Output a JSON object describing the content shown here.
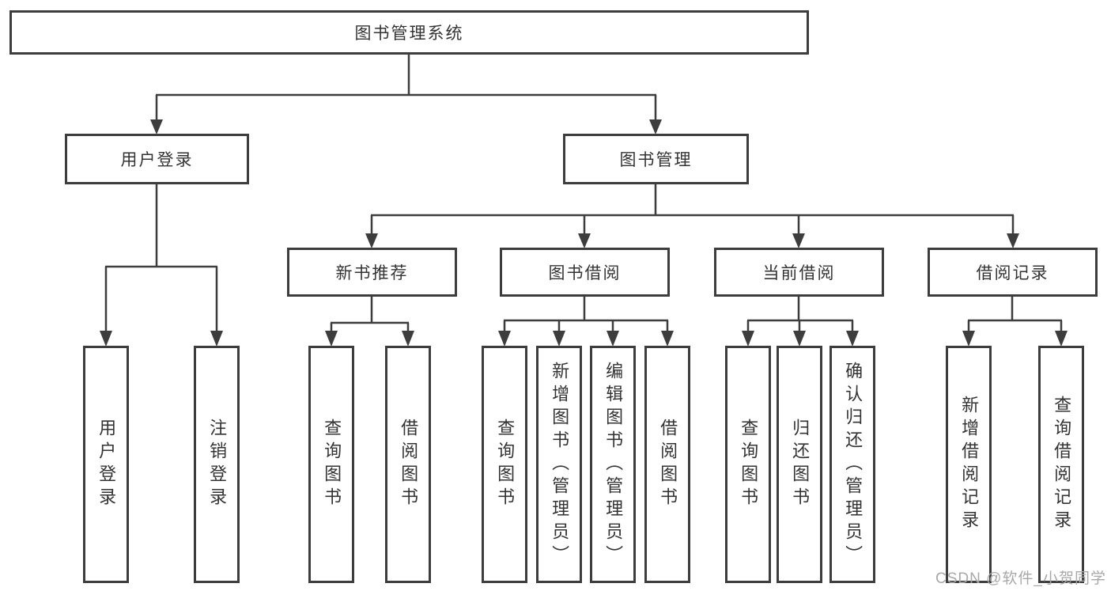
{
  "diagram": {
    "root": "图书管理系统",
    "level2": [
      "用户登录",
      "图书管理"
    ],
    "level3": [
      "新书推荐",
      "图书借阅",
      "当前借阅",
      "借阅记录"
    ],
    "leaves": {
      "user_login": [
        "用户登录",
        "注销登录"
      ],
      "new_book_recommend": [
        "查询图书",
        "借阅图书"
      ],
      "book_borrow": [
        "查询图书",
        "新增图书（管理员）",
        "编辑图书（管理员）",
        "借阅图书"
      ],
      "current_borrow": [
        "查询图书",
        "归还图书",
        "确认归还（管理员）"
      ],
      "borrow_records": [
        "新增借阅记录",
        "查询借阅记录"
      ]
    }
  },
  "watermark": "CSDN @软件_小贺同学",
  "colors": {
    "line": "#3d3d3d",
    "border": "#3d3d3d",
    "text": "#333333",
    "watermark": "#a8a8a8",
    "background": "#ffffff"
  }
}
